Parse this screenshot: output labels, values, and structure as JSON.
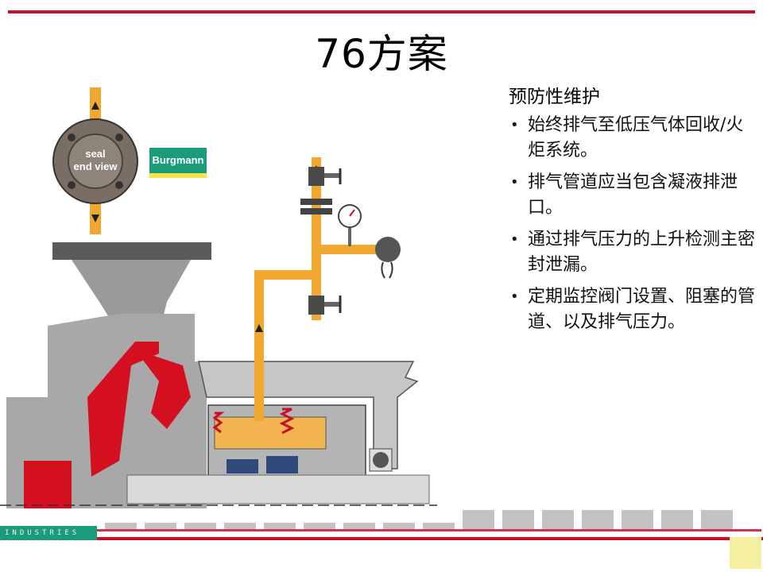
{
  "slide": {
    "title": "76方案"
  },
  "panel": {
    "heading": "预防性维护",
    "bullets": [
      "始终排气至低压气体回收/火炬系统。",
      "排气管道应当包含凝液排泄口。",
      "通过排气压力的上升检测主密封泄漏。",
      "定期监控阀门设置、阻塞的管道、以及排气压力。"
    ]
  },
  "diagram": {
    "end_view_label_1": "seal",
    "end_view_label_2": "end view",
    "brand": "Burgmann"
  },
  "footer": {
    "industries_label": "INDUSTRIES"
  },
  "colors": {
    "accent_red": "#c8102e",
    "pipe_orange": "#f0a830",
    "housing_gray": "#a8a8a8",
    "brand_green": "#1a9b7a"
  }
}
